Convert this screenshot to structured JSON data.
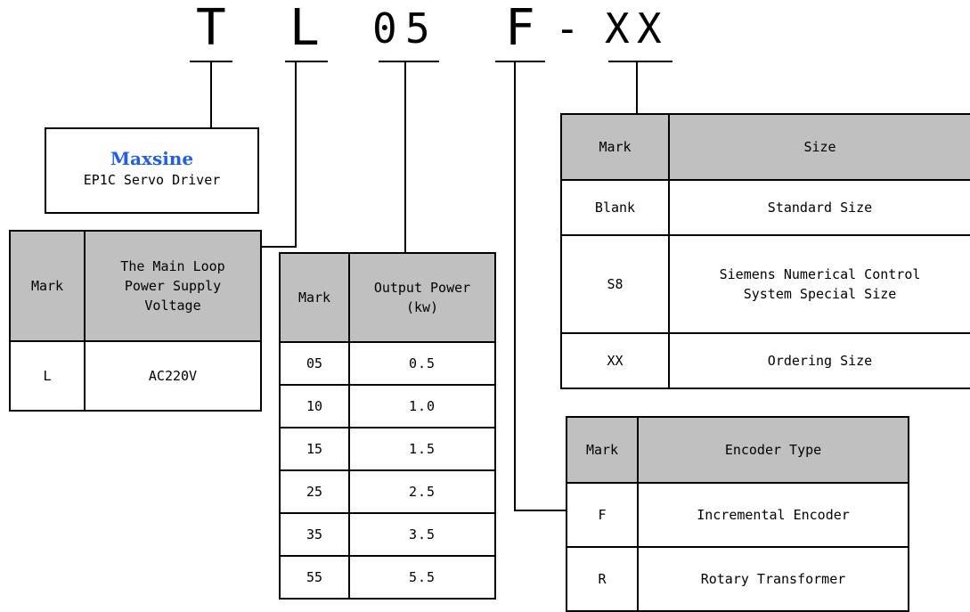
{
  "code": {
    "c1": "T",
    "c2": "L",
    "c3": "0",
    "c4": "5",
    "c5": "F",
    "c6": "-",
    "c7": "X",
    "c8": "X"
  },
  "brand_box": {
    "brand": "Maxsine",
    "product": "EP1C Servo Driver"
  },
  "voltage_table": {
    "header_mark": "Mark",
    "header_desc": "The Main Loop Power Supply Voltage",
    "rows": [
      {
        "mark": "L",
        "value": "AC220V"
      }
    ]
  },
  "power_table": {
    "header_mark": "Mark",
    "header_desc": "Output Power (kw)",
    "rows": [
      {
        "mark": "05",
        "value": "0.5"
      },
      {
        "mark": "10",
        "value": "1.0"
      },
      {
        "mark": "15",
        "value": "1.5"
      },
      {
        "mark": "25",
        "value": "2.5"
      },
      {
        "mark": "35",
        "value": "3.5"
      },
      {
        "mark": "55",
        "value": "5.5"
      }
    ]
  },
  "size_table": {
    "header_mark": "Mark",
    "header_desc": "Size",
    "rows": [
      {
        "mark": "Blank",
        "value": "Standard Size"
      },
      {
        "mark": "S8",
        "value": "Siemens Numerical Control System Special Size"
      },
      {
        "mark": "XX",
        "value": "Ordering Size"
      }
    ]
  },
  "encoder_table": {
    "header_mark": "Mark",
    "header_desc": "Encoder Type",
    "rows": [
      {
        "mark": "F",
        "value": "Incremental Encoder"
      },
      {
        "mark": "R",
        "value": "Rotary Transformer"
      }
    ]
  }
}
